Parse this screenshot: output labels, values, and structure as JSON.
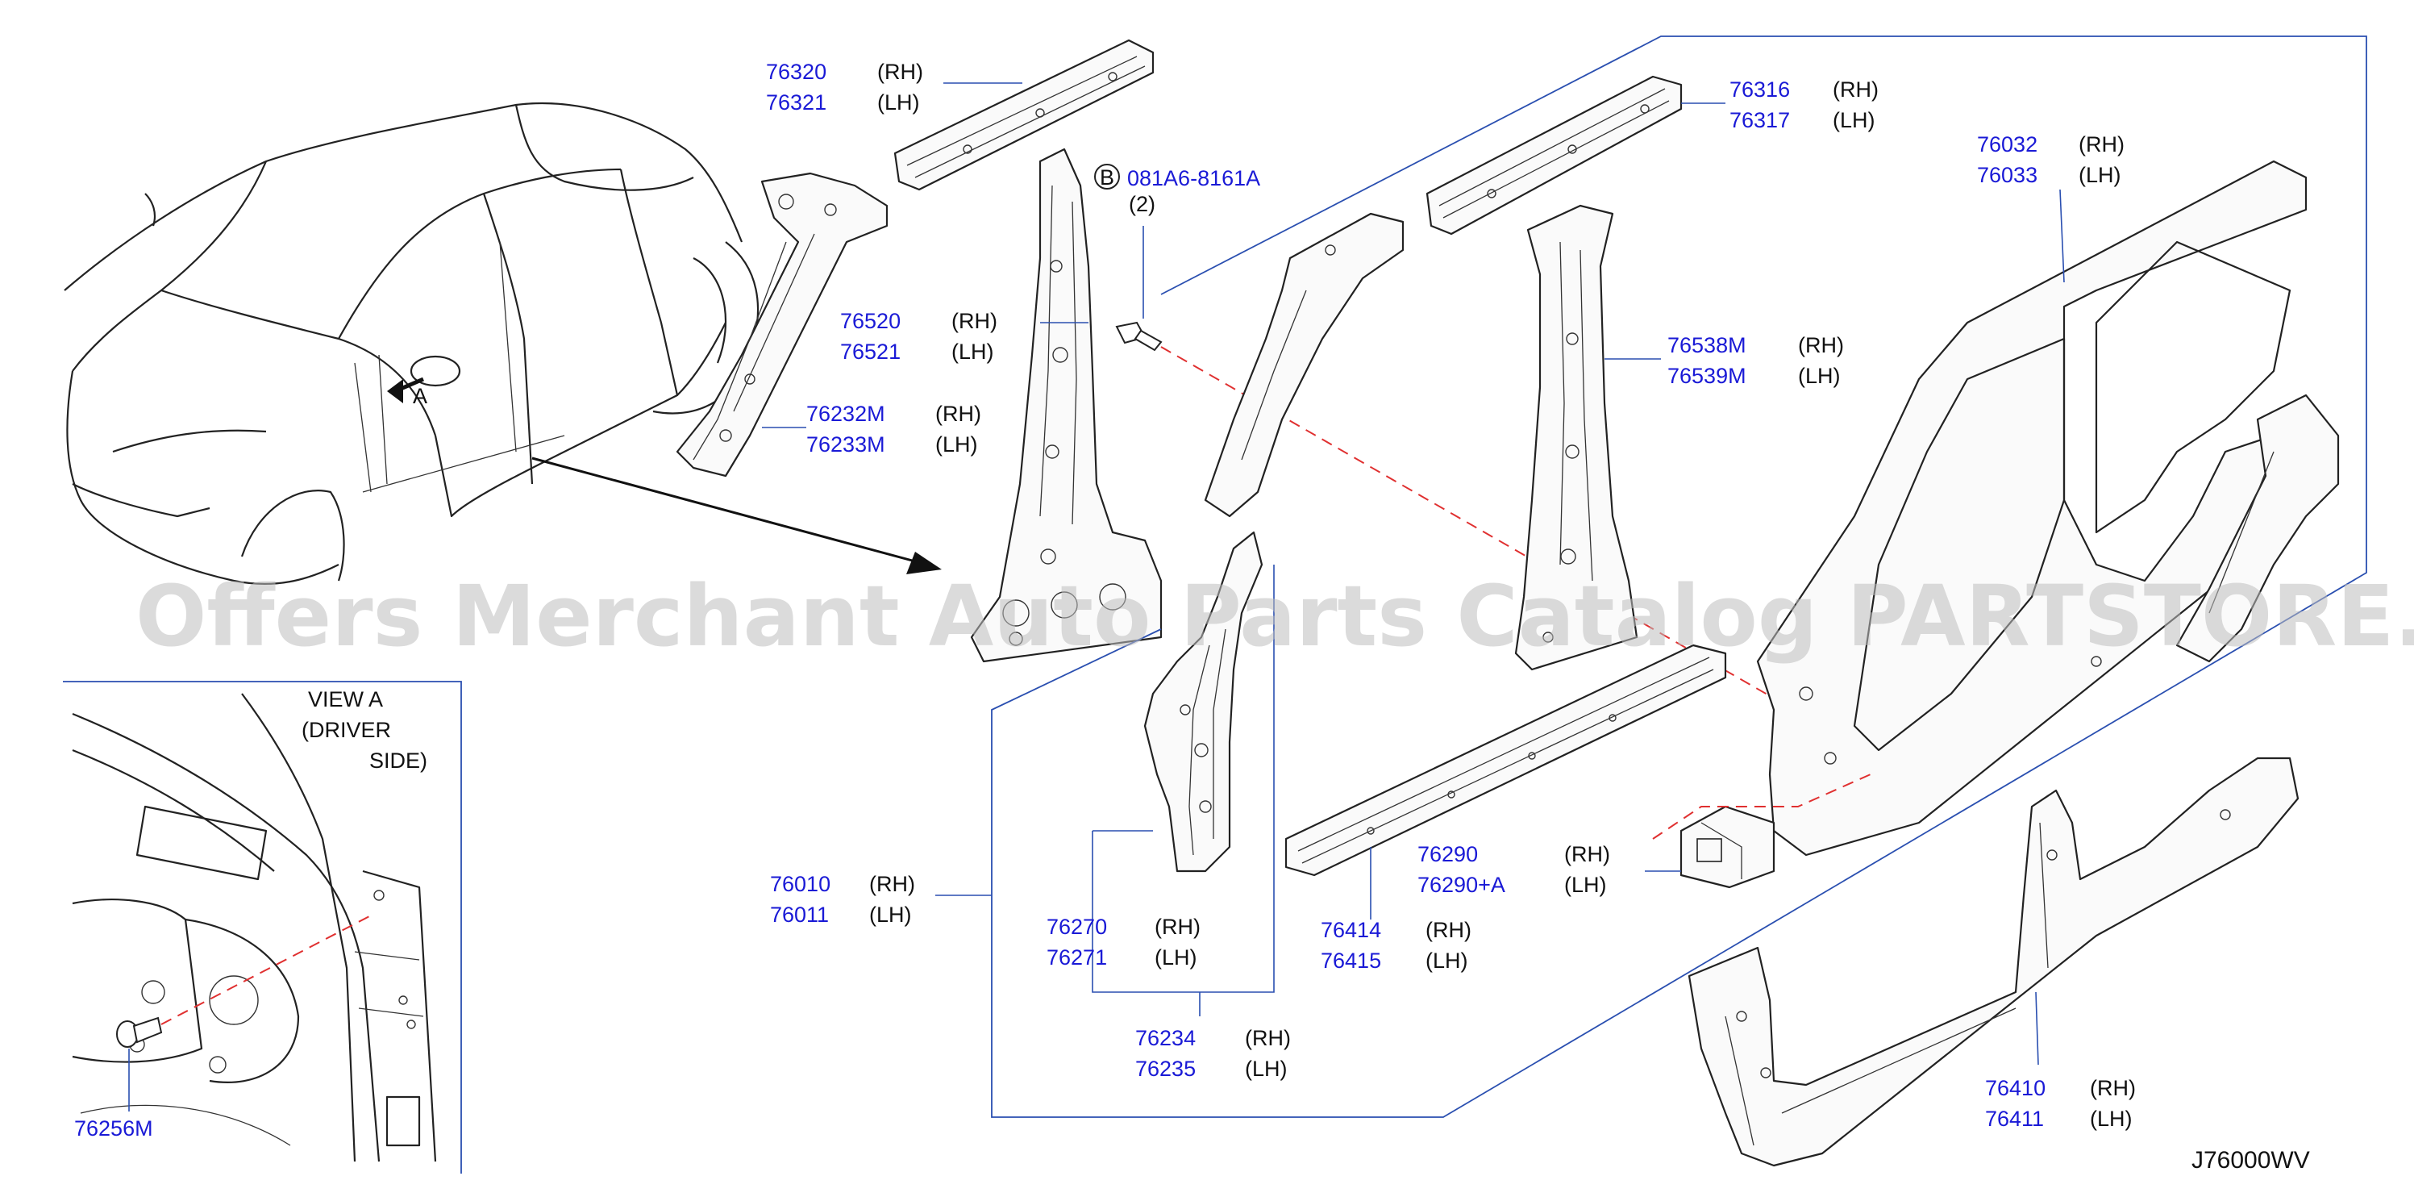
{
  "labels": {
    "p76320": "76320",
    "p76321": "76321",
    "p76316": "76316",
    "p76317": "76317",
    "p76032": "76032",
    "p76033": "76033",
    "p76520": "76520",
    "p76521": "76521",
    "p76232M": "76232M",
    "p76233M": "76233M",
    "p76538M": "76538M",
    "p76539M": "76539M",
    "p76010": "76010",
    "p76011": "76011",
    "p76270": "76270",
    "p76271": "76271",
    "p76234": "76234",
    "p76235": "76235",
    "p76414": "76414",
    "p76415": "76415",
    "p76290": "76290",
    "p76290A": "76290+A",
    "p76410": "76410",
    "p76411": "76411",
    "p76256M": "76256M",
    "bolt_code": "081A6-8161A",
    "bolt_qty": "(2)",
    "bolt_badge": "B",
    "rh": "(RH)",
    "lh": "(LH)",
    "view_line1": "VIEW   A",
    "view_line2": "(DRIVER",
    "view_line3": "SIDE)",
    "arrow_letter": "A",
    "diagram_code": "J76000WV",
    "watermark": "Offers Merchant Auto Parts Catalog PARTSTORE.SA"
  }
}
